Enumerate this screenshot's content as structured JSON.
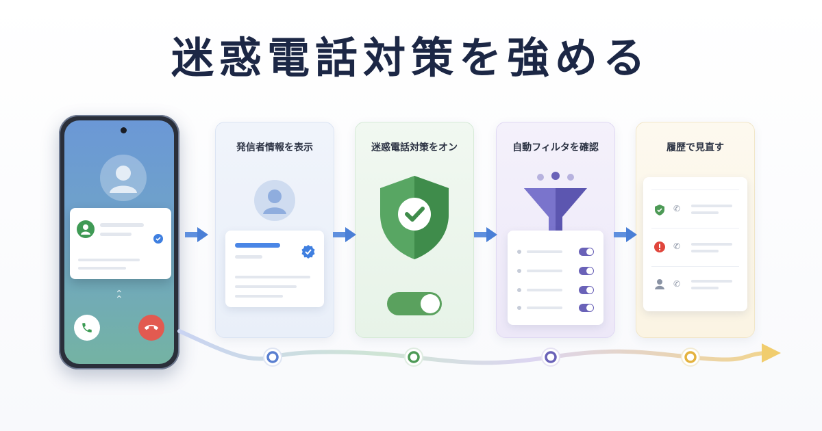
{
  "title": "迷惑電話対策を強める",
  "steps": [
    {
      "label": "発信者情報を表示",
      "accent": "#3f7fe0"
    },
    {
      "label": "迷惑電話対策をオン",
      "accent": "#4d9a56"
    },
    {
      "label": "自動フィルタを確認",
      "accent": "#6a62b8"
    },
    {
      "label": "履歴で見直す",
      "accent": "#e4b23e"
    }
  ],
  "phone": {
    "accept_icon": "phone-accept-icon",
    "decline_icon": "phone-decline-icon",
    "verified_icon": "verified-badge-icon"
  },
  "history_statuses": [
    "safe",
    "warning",
    "unknown"
  ]
}
